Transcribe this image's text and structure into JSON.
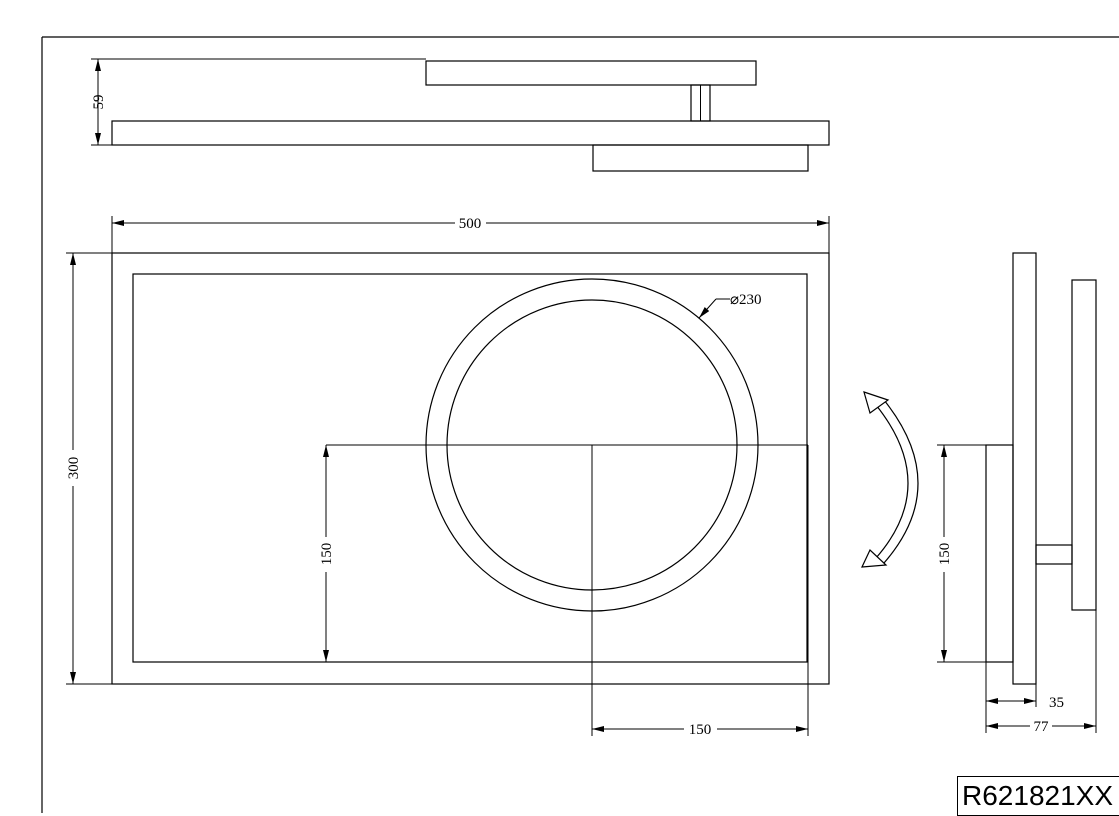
{
  "drawing": {
    "part_number": "R621821XX",
    "dimensions": {
      "top_view_height": "59",
      "front_width": "500",
      "front_height": "300",
      "ring_diameter": "⌀230",
      "ring_center_height": "150",
      "ring_center_offset": "150",
      "side_center_height": "150",
      "side_depth_inner": "35",
      "side_depth_total": "77"
    },
    "icons": [
      "rotation-arrow-icon"
    ]
  }
}
